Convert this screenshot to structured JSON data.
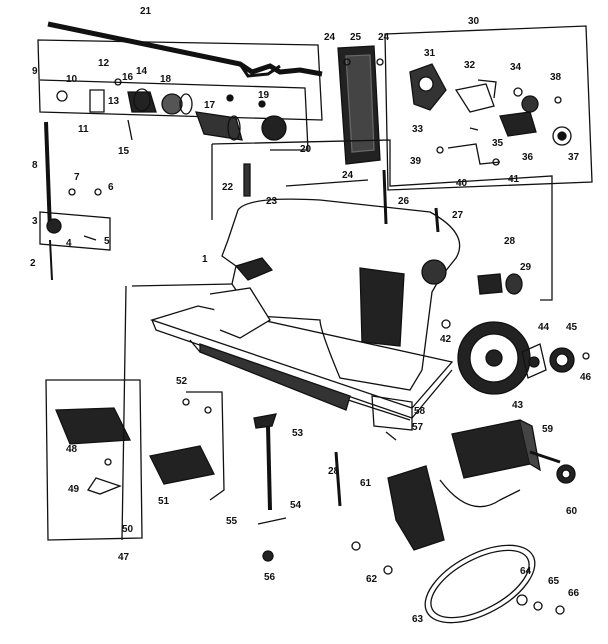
{
  "diagram": {
    "labels": [
      "1",
      "2",
      "3",
      "4",
      "5",
      "6",
      "7",
      "8",
      "9",
      "10",
      "11",
      "12",
      "13",
      "14",
      "15",
      "16",
      "17",
      "18",
      "19",
      "20",
      "21",
      "22",
      "23",
      "24",
      "25",
      "26",
      "27",
      "28",
      "29",
      "30",
      "31",
      "32",
      "33",
      "34",
      "35",
      "36",
      "37",
      "38",
      "39",
      "40",
      "41",
      "42",
      "43",
      "44",
      "45",
      "46",
      "47",
      "48",
      "49",
      "50",
      "51",
      "52",
      "53",
      "54",
      "55",
      "56",
      "57",
      "58",
      "59",
      "60",
      "61",
      "62",
      "63",
      "64",
      "65",
      "66"
    ],
    "duplicate_labels": {
      "label_24": "24",
      "label_28": "28"
    },
    "colors": {
      "ink": "#111111",
      "paper": "#ffffff"
    }
  }
}
